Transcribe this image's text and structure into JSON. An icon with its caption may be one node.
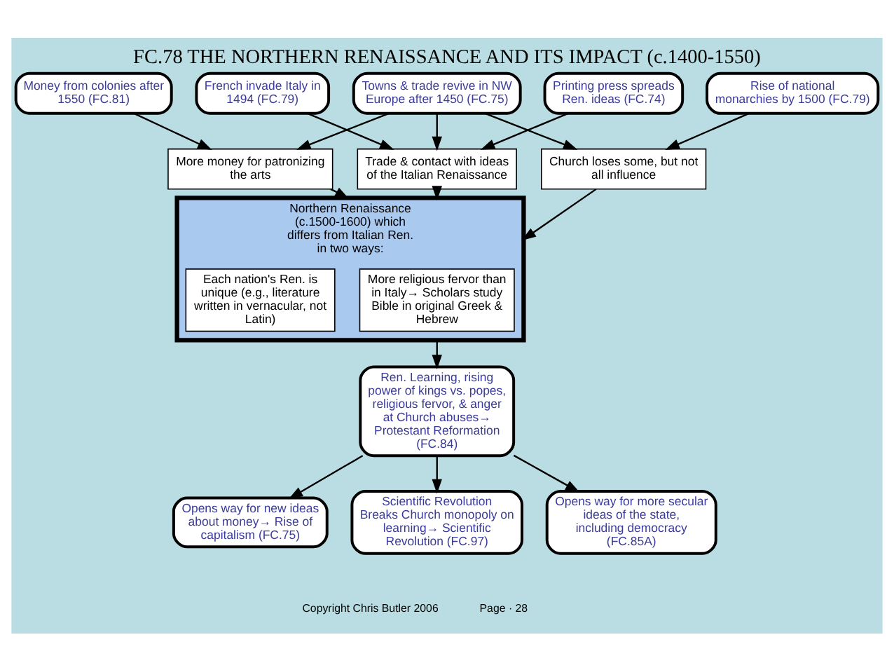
{
  "diagram": {
    "title": "FC.78 THE NORTHERN RENAISSANCE AND ITS IMPACT (c.1400-1550)",
    "nodes": [
      {
        "text": [
          "Money from colonies after 1550 (FC.81)"
        ]
      },
      {
        "text": [
          "Towns & trade revive in NW Europe after 1450 (FC.75)"
        ]
      },
      {
        "text": [
          "Rise of national monarchies by 1500 (FC.79)"
        ]
      },
      {
        "text": [
          "Printing press spreads Ren. ideas (FC.74)"
        ]
      },
      {
        "text": [
          "French invade Italy in 1494 (FC.79)"
        ]
      },
      {
        "text": [
          "More money for patronizing the arts"
        ]
      },
      {
        "text": [
          "Trade & contact with ideas of the Italian Renaissance"
        ]
      },
      {
        "text": [
          "Church loses some, but not all influence"
        ]
      },
      {
        "text": [
          "Northern Renaissance (c.1500-1600) which differs from Italian Ren. in two ways:"
        ]
      },
      {
        "text": [
          "More religious fervor than in Italy→ Scholars study Bible in original Greek & Hebrew"
        ],
        "in": 8
      },
      {
        "text": [
          "Each nation's Ren. is unique (e.g., literature written in vernacular, not Latin)"
        ],
        "in": 8
      },
      {
        "text": [
          "Ren. Learning, rising power of kings vs. popes, religious fervor, & anger at Church abuses→ Protestant Reformation (FC.84)"
        ]
      },
      {
        "text": [
          "Opens way for new ideas about money→ Rise of capitalism (FC.75)"
        ]
      },
      {
        "text": [
          "Scientific Revolution Breaks Church monopoly on learning→ Scientific Revolution (FC.97)"
        ]
      },
      {
        "text": [
          "Opens way for more secular ideas of the state, including democracy (FC.85A)"
        ]
      }
    ],
    "edges": [
      {
        "from": 0,
        "to": 5,
        "arrow": "to"
      },
      {
        "from": 1,
        "to": 5,
        "arrow": "to"
      },
      {
        "from": 1,
        "to": 6,
        "arrow": "to"
      },
      {
        "from": 1,
        "to": 7,
        "arrow": "to"
      },
      {
        "from": 2,
        "to": 7,
        "arrow": "to"
      },
      {
        "from": 3,
        "to": 6,
        "arrow": "to"
      },
      {
        "from": 4,
        "to": 6,
        "arrow": "to"
      },
      {
        "from": 5,
        "to": 8,
        "arrow": "to"
      },
      {
        "from": 6,
        "to": 8,
        "arrow": "to"
      },
      {
        "from": 7,
        "to": 8,
        "arrow": "to"
      },
      {
        "from": 8,
        "to": 11,
        "arrow": "to"
      },
      {
        "from": 11,
        "to": 12,
        "arrow": "to"
      },
      {
        "from": 11,
        "to": 13,
        "arrow": "to"
      },
      {
        "from": 11,
        "to": 14,
        "arrow": "to"
      }
    ],
    "labels": [
      "Copyright Chris Butler 2006",
      "Page · 28"
    ]
  }
}
